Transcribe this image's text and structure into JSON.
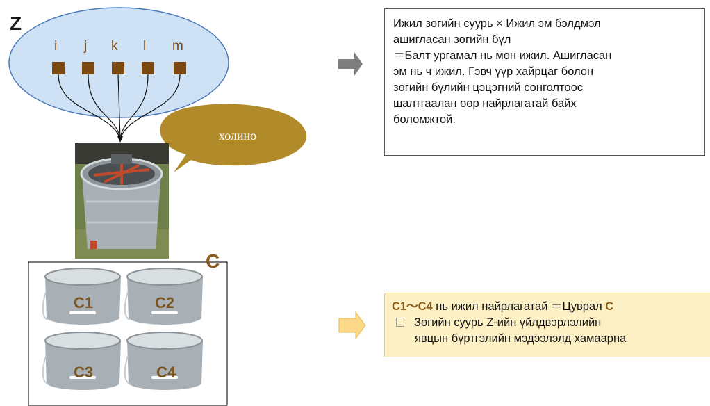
{
  "group_z": {
    "title": "Z",
    "labels": [
      "i",
      "j",
      "k",
      "l",
      "m"
    ]
  },
  "bubble": {
    "text": "холино"
  },
  "photo": {
    "subject": "honey extractor"
  },
  "group_c": {
    "title": "C",
    "buckets": [
      "C1",
      "C2",
      "C3",
      "C4"
    ]
  },
  "note": {
    "lines": [
      "Ижил зөгийн суурь × Ижил эм бэлдмэл",
      "ашигласан зөгийн бүл",
      "＝Балт ургамал нь мөн ижил. Ашигласан",
      "эм нь ч ижил. Гэвч үүр хайрцаг болон",
      "зөгийн бүлийн цэцэгний сонголтоос",
      "шалтгаалан өөр найрлагатай байх",
      "боломжтой."
    ]
  },
  "callout": {
    "range_text": "C1～C4",
    "line1_mid": " нь ижил найрлагатай ＝Цуврал ",
    "line1_end": "C",
    "line2": "Зөгийн суурь Z-ийн үйлдвэрлэлийн",
    "line3": "явцын бүртгэлийн мэдээлэлд хамаарна"
  },
  "colors": {
    "ellipse_fill": "#cfe1f4",
    "ellipse_stroke": "#4a7ab8",
    "square_fill": "#7a4a12",
    "bubble_fill": "#b18a2a",
    "arrow_gray": "#7f7f7f",
    "arrow_yellow": "#fcd98a",
    "callout_bg": "#fdf0c4"
  }
}
